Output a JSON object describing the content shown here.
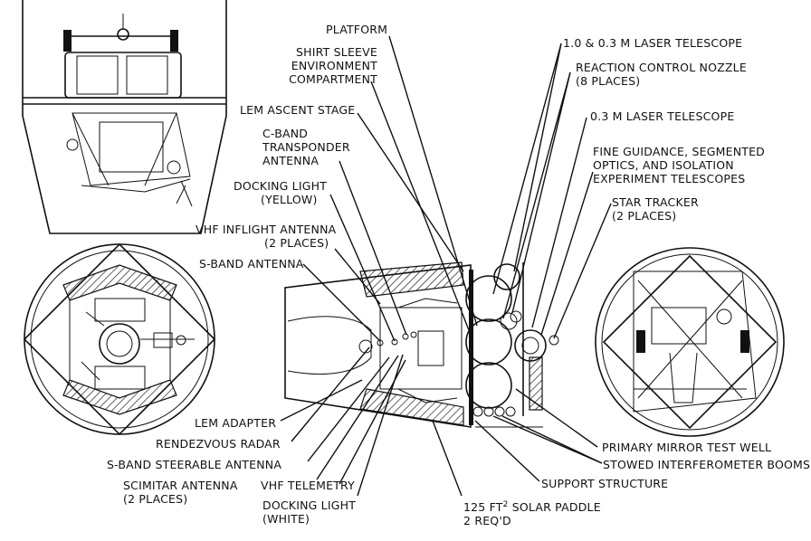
{
  "labels": {
    "platform": "PLATFORM",
    "shirt_sleeve": [
      "SHIRT SLEEVE",
      "ENVIRONMENT",
      "COMPARTMENT"
    ],
    "lem_ascent": "LEM ASCENT STAGE",
    "c_band": [
      "C-BAND",
      "TRANSPONDER",
      "ANTENNA"
    ],
    "docking_light_yellow": [
      "DOCKING LIGHT",
      "(YELLOW)"
    ],
    "vhf_inflight": [
      "VHF INFLIGHT ANTENNA",
      "(2 PLACES)"
    ],
    "s_band_antenna": "S-BAND ANTENNA",
    "laser_telescope_pair": "1.0 & 0.3 M LASER TELESCOPE",
    "reaction_control": [
      "REACTION CONTROL NOZZLE",
      "(8 PLACES)"
    ],
    "laser_telescope_small": "0.3 M LASER TELESCOPE",
    "fine_guidance": [
      "FINE GUIDANCE, SEGMENTED",
      "OPTICS, AND ISOLATION",
      "EXPERIMENT TELESCOPES"
    ],
    "star_tracker": [
      "STAR TRACKER",
      "(2 PLACES)"
    ],
    "lem_adapter": "LEM ADAPTER",
    "rendezvous_radar": "RENDEZVOUS RADAR",
    "s_band_steerable": "S-BAND STEERABLE ANTENNA",
    "scimitar": [
      "SCIMITAR ANTENNA",
      "(2 PLACES)"
    ],
    "vhf_telemetry": "VHF TELEMETRY",
    "docking_light_white": [
      "DOCKING LIGHT",
      "(WHITE)"
    ],
    "primary_mirror": "PRIMARY MIRROR TEST WELL",
    "stowed_booms": "STOWED INTERFEROMETER BOOMS",
    "support_structure": "SUPPORT STRUCTURE",
    "solar_paddle_prefix": "125 FT",
    "solar_paddle_sup": "2",
    "solar_paddle_suffix": " SOLAR PADDLE",
    "solar_paddle_line2": "2 REQ'D"
  }
}
